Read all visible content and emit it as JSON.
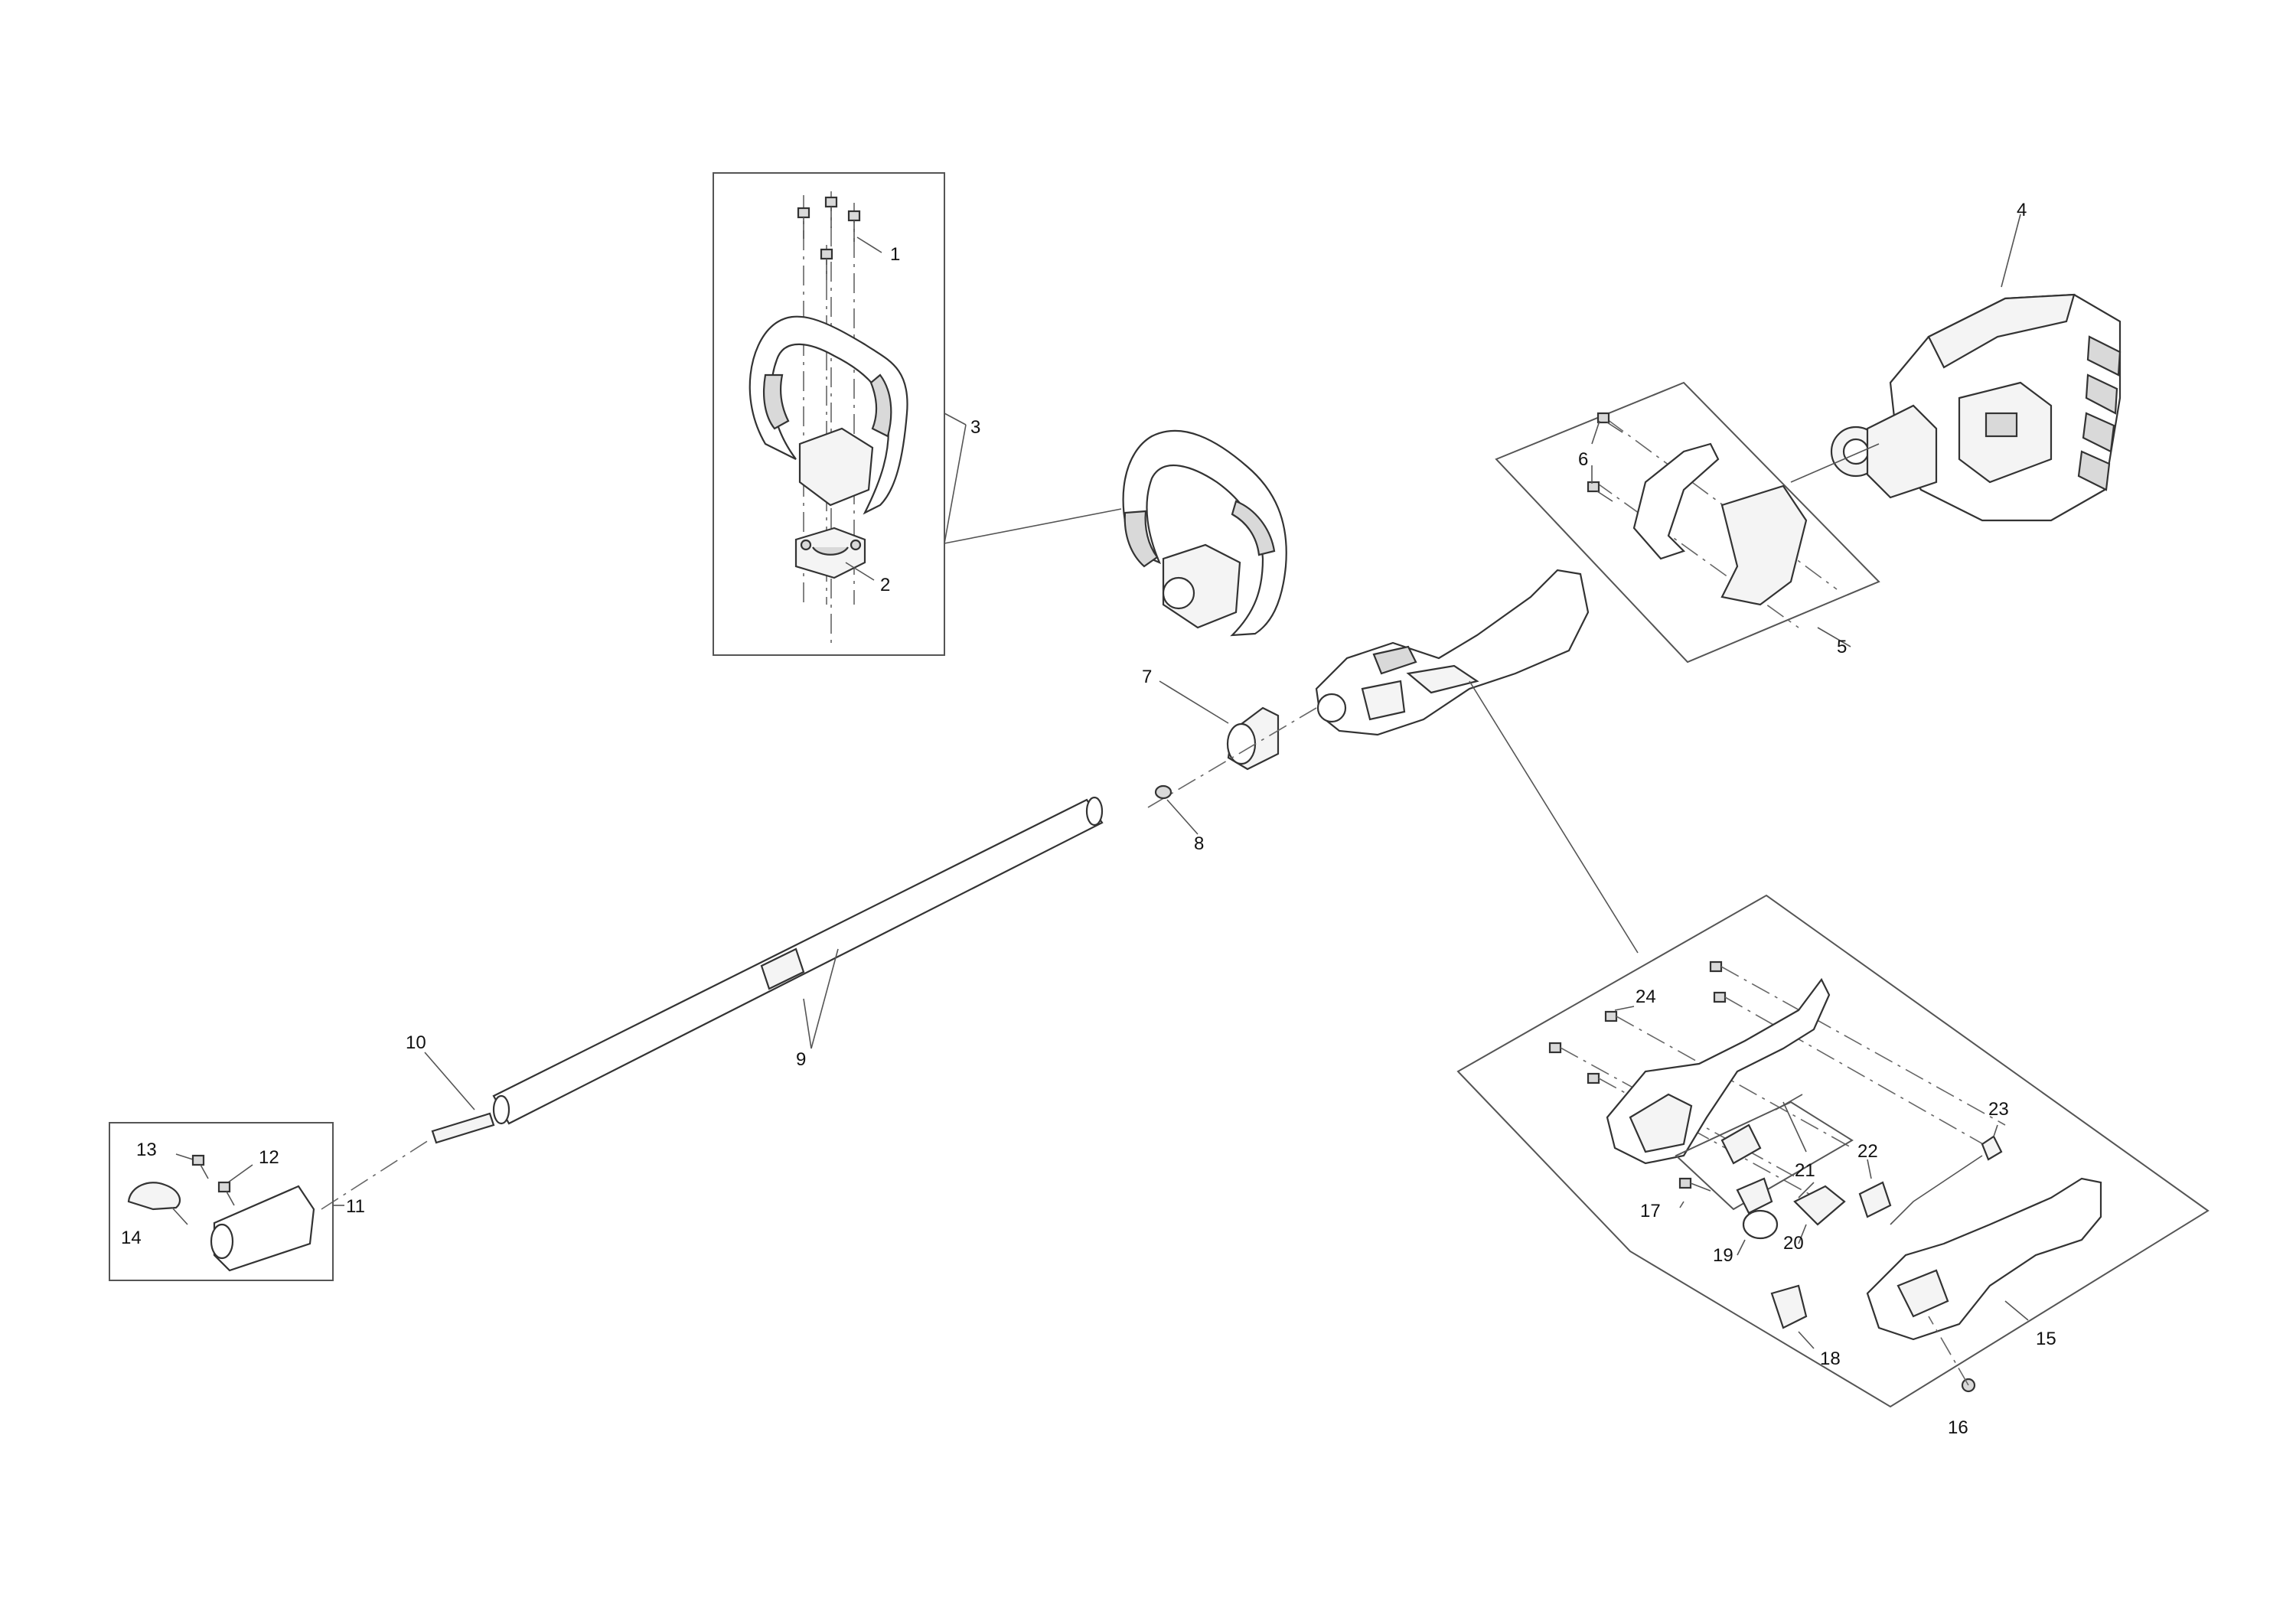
{
  "diagram": {
    "type": "exploded-parts-diagram",
    "callouts": [
      {
        "id": "callout-1",
        "text": "1"
      },
      {
        "id": "callout-2",
        "text": "2"
      },
      {
        "id": "callout-3",
        "text": "3"
      },
      {
        "id": "callout-4",
        "text": "4"
      },
      {
        "id": "callout-5",
        "text": "5"
      },
      {
        "id": "callout-6",
        "text": "6"
      },
      {
        "id": "callout-7",
        "text": "7"
      },
      {
        "id": "callout-8",
        "text": "8"
      },
      {
        "id": "callout-9",
        "text": "9"
      },
      {
        "id": "callout-10",
        "text": "10"
      },
      {
        "id": "callout-11",
        "text": "11"
      },
      {
        "id": "callout-12",
        "text": "12"
      },
      {
        "id": "callout-13",
        "text": "13"
      },
      {
        "id": "callout-14",
        "text": "14"
      },
      {
        "id": "callout-15",
        "text": "15"
      },
      {
        "id": "callout-16",
        "text": "16"
      },
      {
        "id": "callout-17",
        "text": "17"
      },
      {
        "id": "callout-18",
        "text": "18"
      },
      {
        "id": "callout-19",
        "text": "19"
      },
      {
        "id": "callout-20",
        "text": "20"
      },
      {
        "id": "callout-21",
        "text": "21"
      },
      {
        "id": "callout-22",
        "text": "22"
      },
      {
        "id": "callout-23",
        "text": "23"
      },
      {
        "id": "callout-24",
        "text": "24"
      }
    ]
  }
}
